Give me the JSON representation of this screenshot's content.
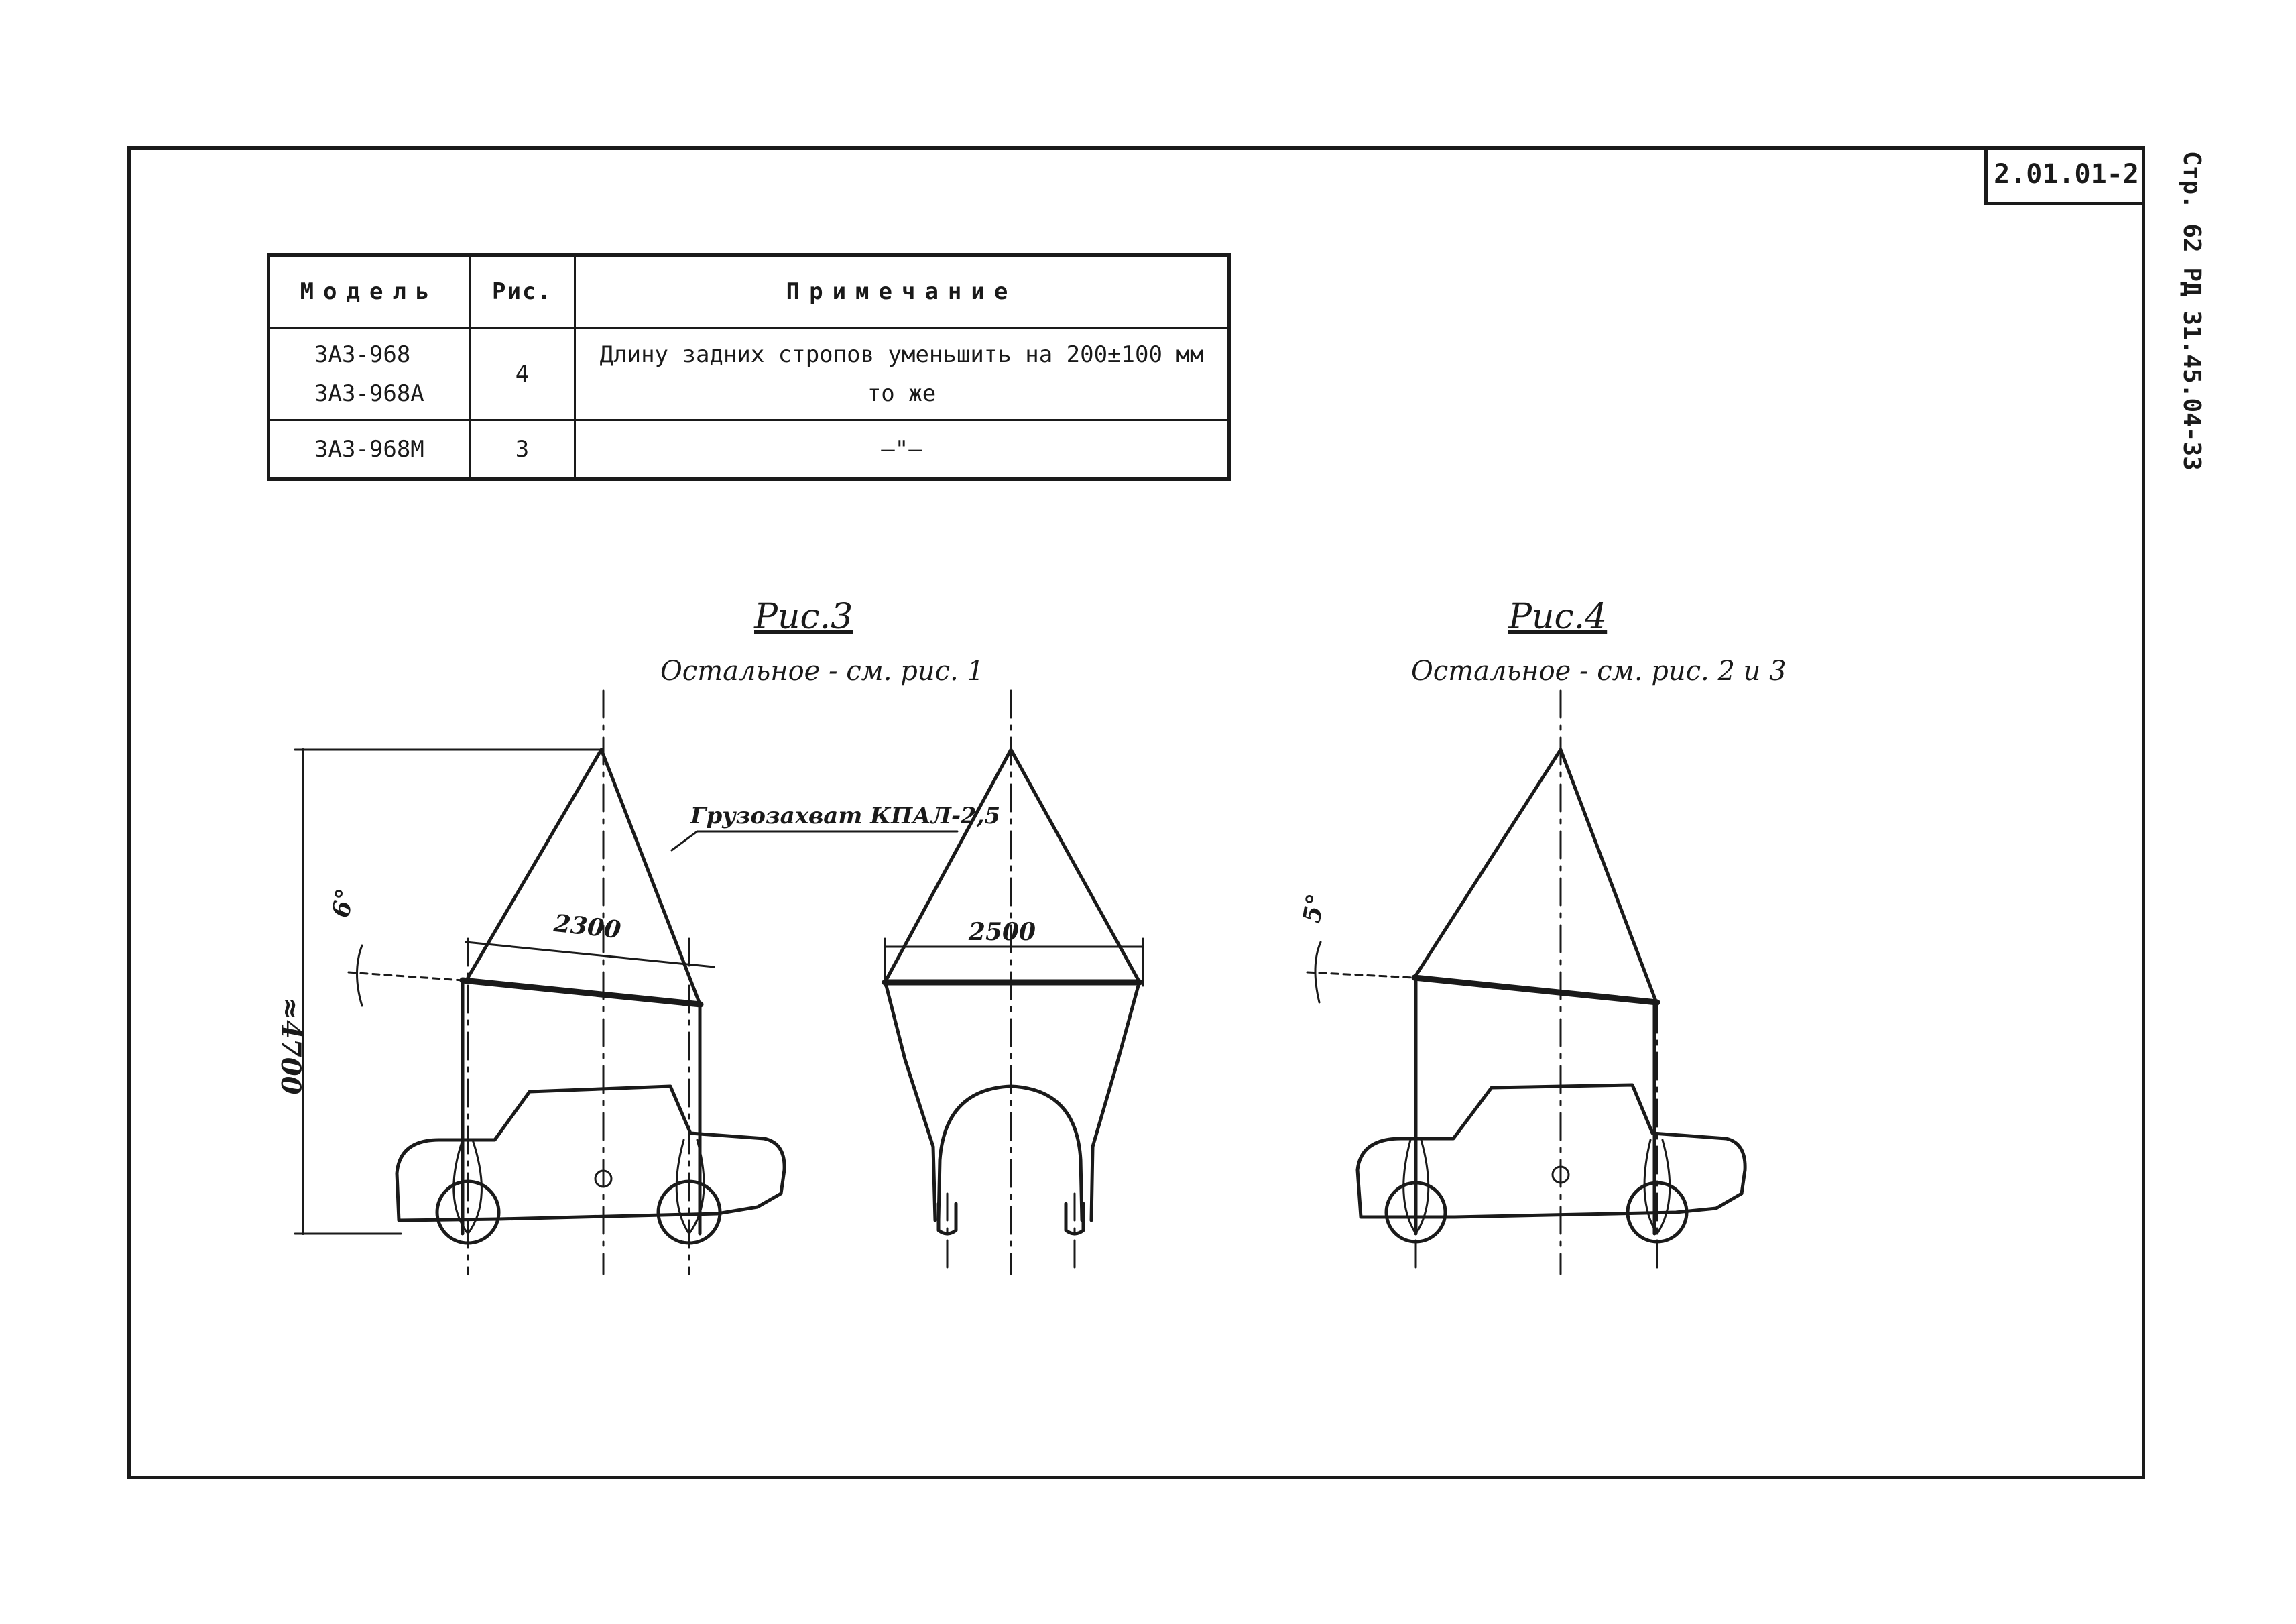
{
  "stamp": "2.01.01-2",
  "side_label": "Стр. 62 РД 31.45.04-33",
  "table": {
    "headers": [
      "Модель",
      "Рис.",
      "Примечание"
    ],
    "rows": [
      {
        "model_1": "ЗАЗ-968",
        "model_2": "ЗАЗ-968А",
        "fig": "4",
        "note_1": "Длину задних стропов уменьшить на 200±100 мм",
        "note_2": "то же"
      },
      {
        "model": "ЗАЗ-968М",
        "fig": "3",
        "note": "–\"–"
      }
    ]
  },
  "fig3": {
    "title": "Рис.3",
    "subtitle": "Остальное - см. рис. 1",
    "leader_label": "Грузозахват КПАЛ-2,5",
    "height_dim": "≈4700",
    "width_side": "2300",
    "width_rear": "2500",
    "angle": "6°"
  },
  "fig4": {
    "title": "Рис.4",
    "subtitle": "Остальное - см. рис. 2 и 3",
    "angle": "5°"
  }
}
